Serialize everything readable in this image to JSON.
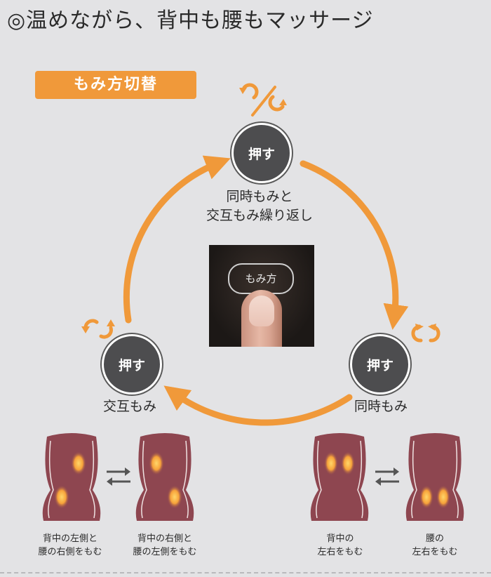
{
  "title": "◎温めながら、背中も腰もマッサージ",
  "mode_switch": "もみ方切替",
  "nodes": {
    "top": {
      "button": "押す",
      "label_line1": "同時もみと",
      "label_line2": "交互もみ繰り返し"
    },
    "right": {
      "button": "押す",
      "label": "同時もみ"
    },
    "left": {
      "button": "押す",
      "label": "交互もみ"
    }
  },
  "photo": {
    "button_label": "もみ方"
  },
  "captions": {
    "c1_line1": "背中の左側と",
    "c1_line2": "腰の右側をもむ",
    "c2_line1": "背中の右側と",
    "c2_line2": "腰の左側をもむ",
    "c3_line1": "背中の",
    "c3_line2": "左右をもむ",
    "c4_line1": "腰の",
    "c4_line2": "左右をもむ"
  },
  "colors": {
    "accent": "#f0993a",
    "button": "#4d4d4f",
    "seat": "#8e4650",
    "glow": "#f7a23a",
    "background": "#e3e3e5"
  },
  "icons": [
    "rotate-icon",
    "swap-arrows-icon",
    "cycle-arrow-icon"
  ]
}
